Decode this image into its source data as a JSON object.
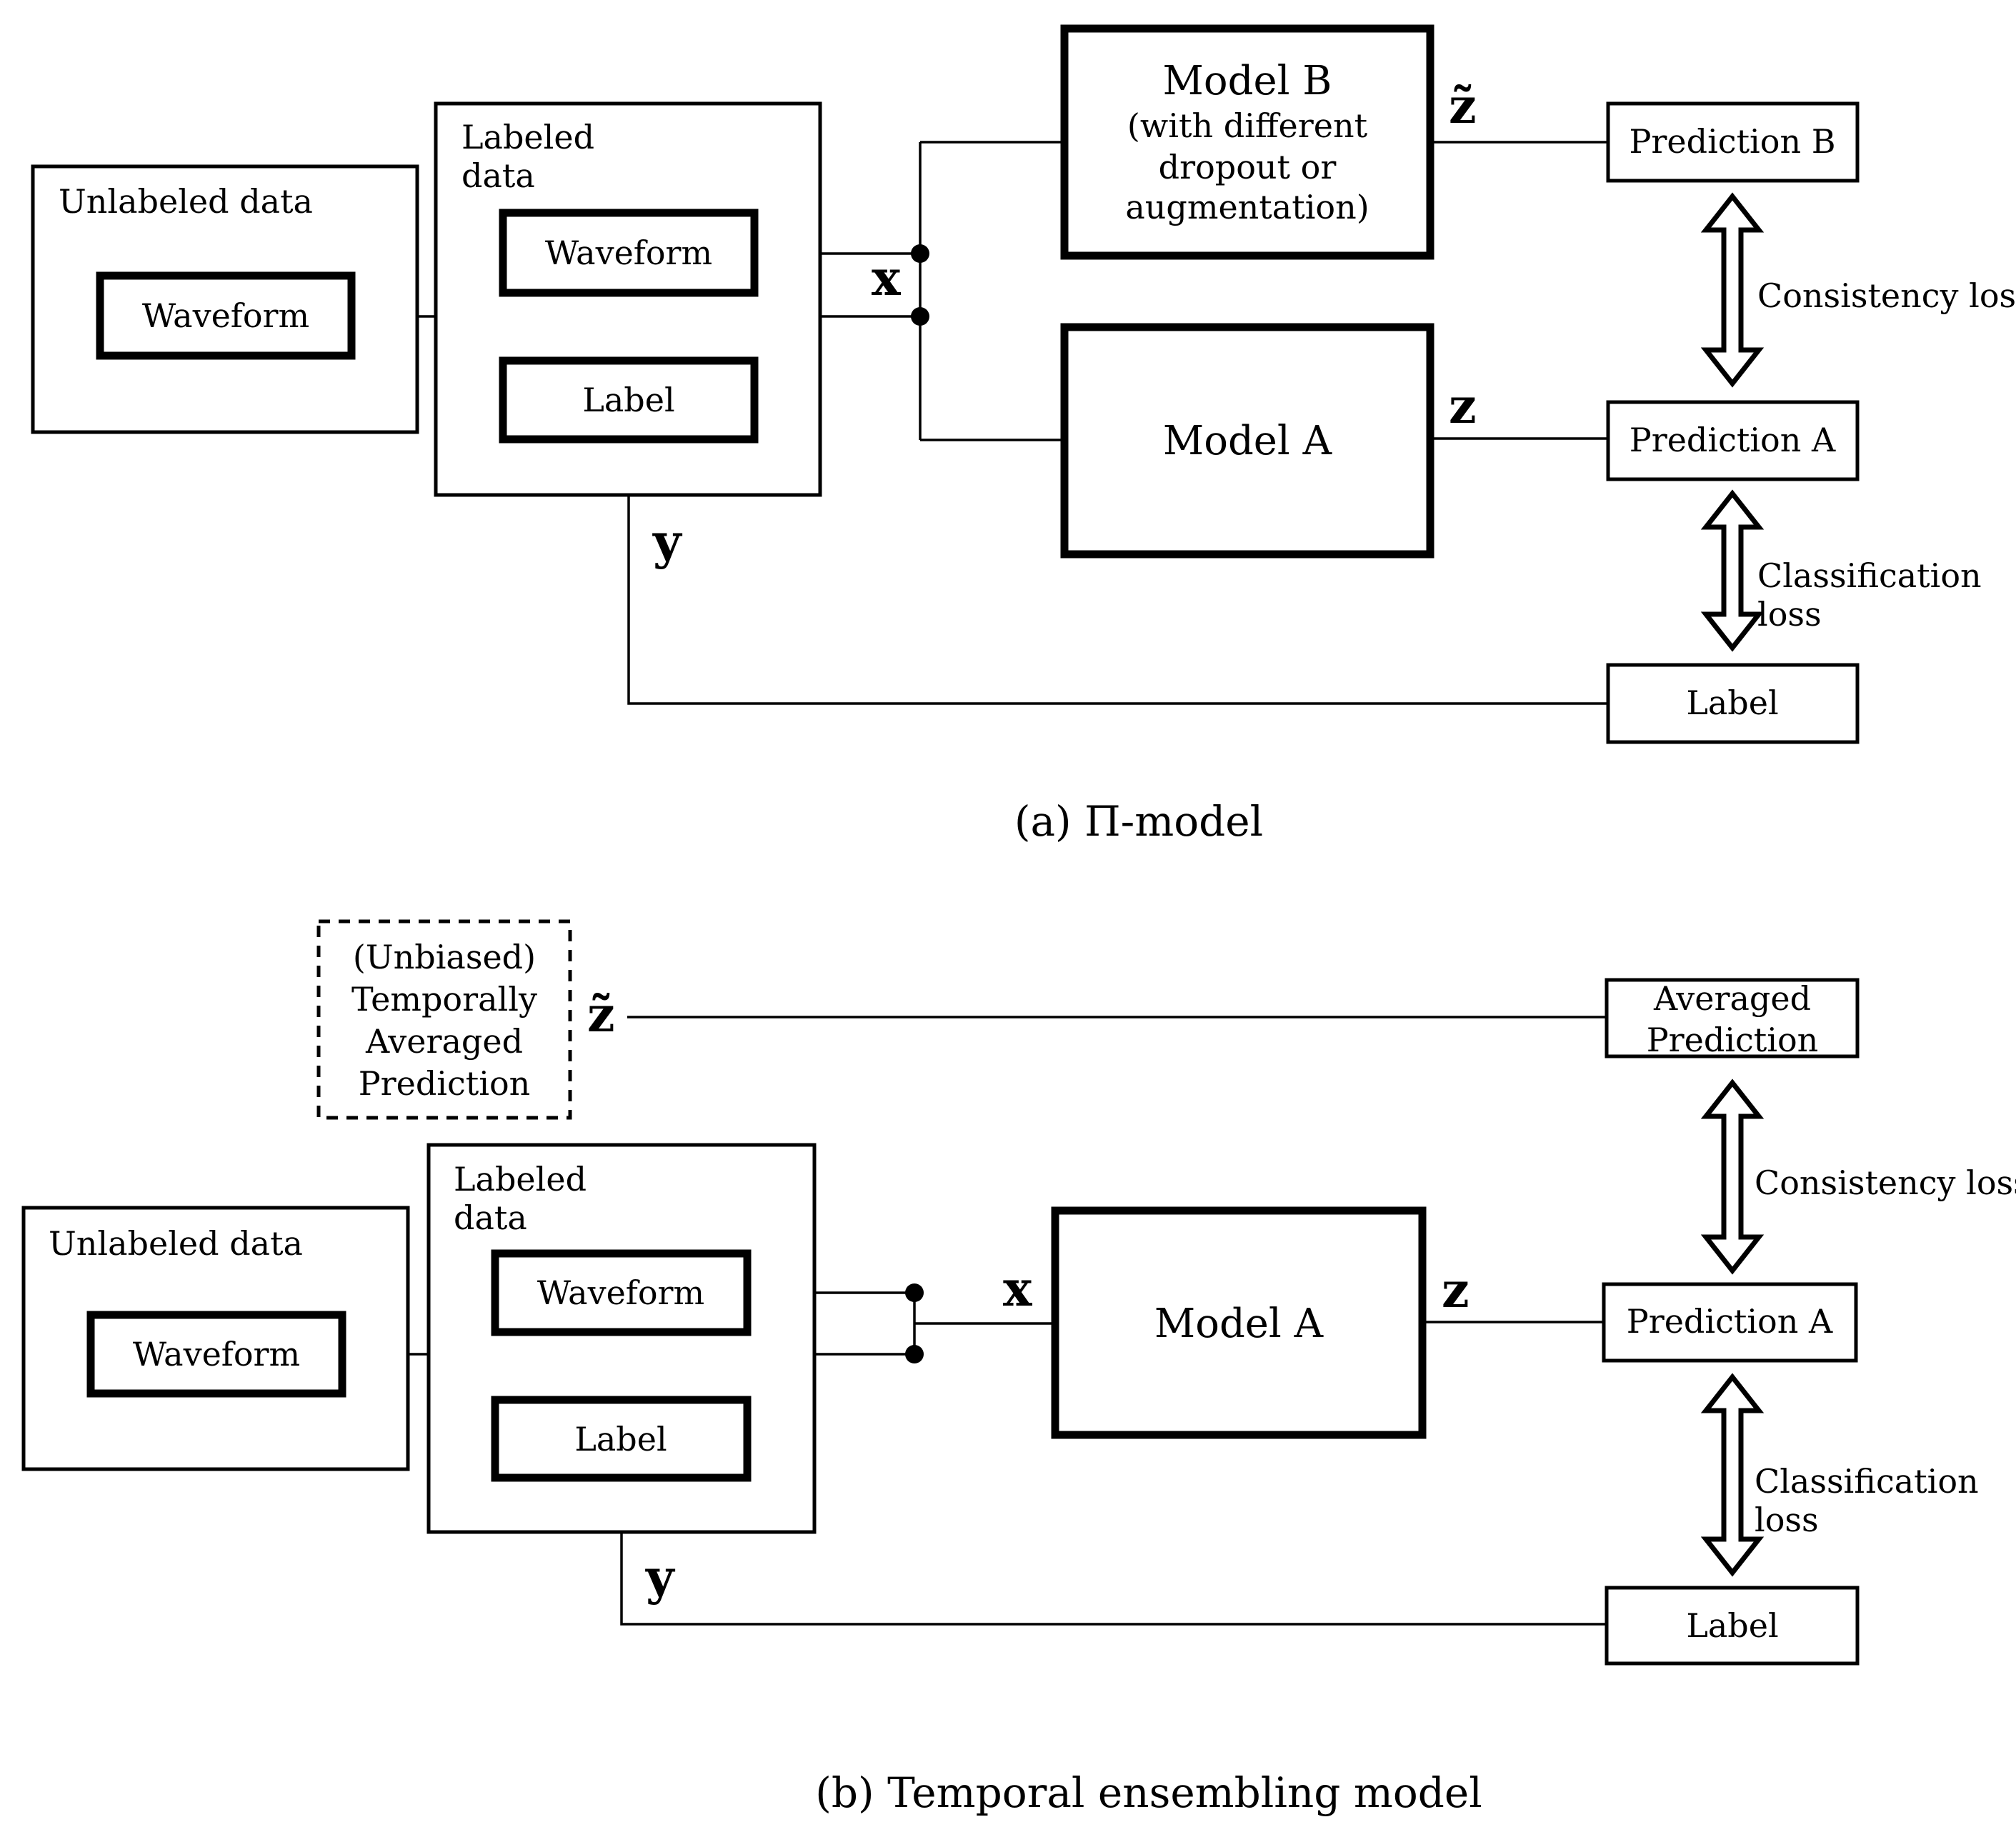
{
  "panel_a": {
    "caption": "(a) Π-model",
    "unlabeled_title": "Unlabeled data",
    "unlabeled_waveform": "Waveform",
    "labeled_title_1": "Labeled",
    "labeled_title_2": "data",
    "labeled_waveform": "Waveform",
    "labeled_label": "Label",
    "x_symbol": "x",
    "y_symbol": "y",
    "z_symbol": "z",
    "z_tilde_symbol": "z̃",
    "model_b_title": "Model B",
    "model_b_line1": "(with different",
    "model_b_line2": "dropout or",
    "model_b_line3": "augmentation)",
    "model_a": "Model A",
    "prediction_b": "Prediction B",
    "prediction_a": "Prediction A",
    "label_out": "Label",
    "consistency_loss": "Consistency loss",
    "classification_loss_1": "Classification",
    "classification_loss_2": "loss"
  },
  "panel_b": {
    "caption": "(b) Temporal ensembling model",
    "avg_box_line1": "(Unbiased)",
    "avg_box_line2": "Temporally",
    "avg_box_line3": "Averaged",
    "avg_box_line4": "Prediction",
    "z_tilde_symbol": "z̃",
    "averaged_pred_1": "Averaged",
    "averaged_pred_2": "Prediction",
    "unlabeled_title": "Unlabeled data",
    "unlabeled_waveform": "Waveform",
    "labeled_title_1": "Labeled",
    "labeled_title_2": "data",
    "labeled_waveform": "Waveform",
    "labeled_label": "Label",
    "x_symbol": "x",
    "y_symbol": "y",
    "z_symbol": "z",
    "model_a": "Model A",
    "prediction_a": "Prediction A",
    "label_out": "Label",
    "consistency_loss": "Consistency loss",
    "classification_loss_1": "Classification",
    "classification_loss_2": "loss"
  }
}
